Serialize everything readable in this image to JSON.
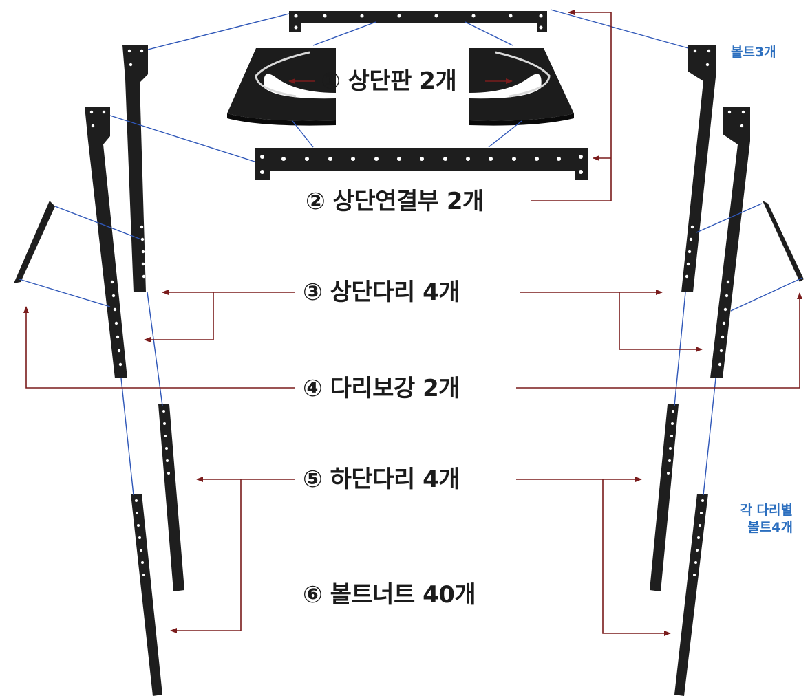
{
  "parts": [
    {
      "label": "① 상단판 2개"
    },
    {
      "label": "② 상단연결부 2개"
    },
    {
      "label": "③ 상단다리 4개"
    },
    {
      "label": "④ 다리보강 2개"
    },
    {
      "label": "⑤ 하단다리 4개"
    },
    {
      "label": "⑥ 볼트너트 40개"
    }
  ],
  "notes": {
    "top_bolts": "볼트3개",
    "leg_bolts_line1": "각 다리별",
    "leg_bolts_line2": "볼트4개"
  },
  "colors": {
    "part": "#1e1e1e",
    "hole": "#ffffff",
    "connector": "#2f57b8",
    "arrow": "#7a1c1c",
    "note": "#2c6fbf"
  }
}
